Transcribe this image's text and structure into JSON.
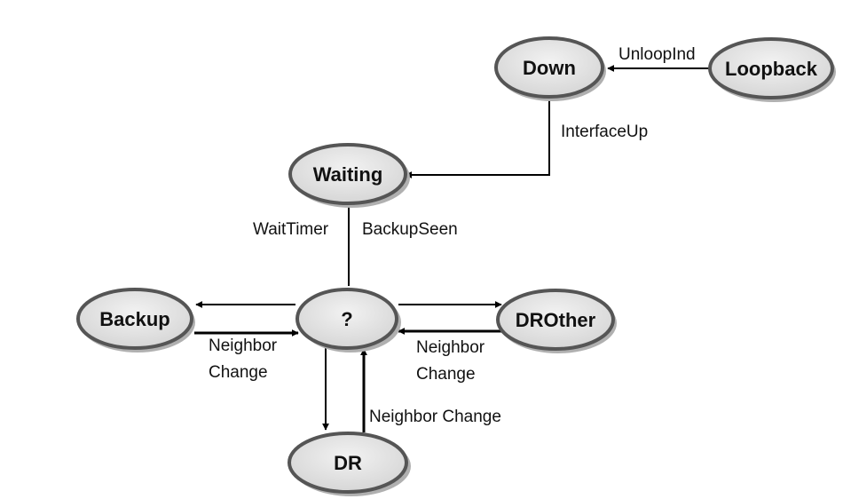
{
  "colors": {
    "node_fill": "#e4e4e4",
    "node_border": "#555555",
    "node_shadow": "#b0b0b0",
    "line": "#000000"
  },
  "states": {
    "down": "Down",
    "loopback": "Loopback",
    "waiting": "Waiting",
    "backup": "Backup",
    "undecided": "?",
    "drother": "DROther",
    "dr": "DR"
  },
  "transitions": {
    "unloop_ind": "UnloopInd",
    "interface_up": "InterfaceUp",
    "wait_timer": "WaitTimer",
    "backup_seen": "BackupSeen",
    "backup_neighbor_change_1": "Neighbor",
    "backup_neighbor_change_2": "Change",
    "drother_neighbor_change_1": "Neighbor",
    "drother_neighbor_change_2": "Change",
    "dr_neighbor_change": "Neighbor Change"
  }
}
